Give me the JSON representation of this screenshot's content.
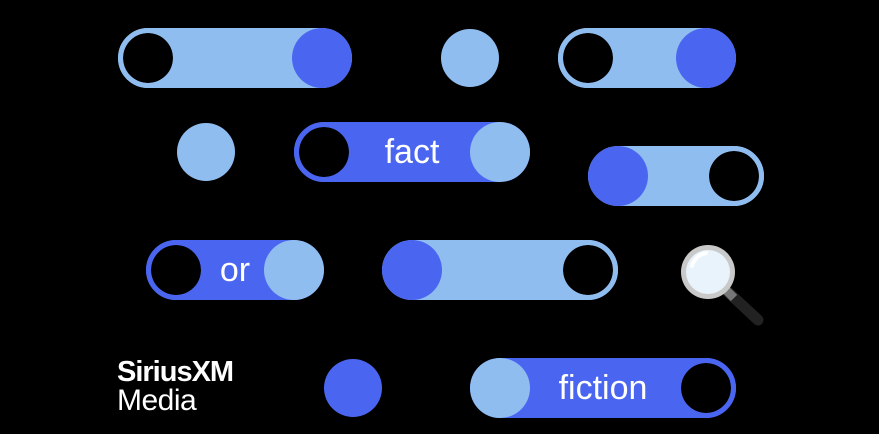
{
  "words": {
    "fact": "fact",
    "or": "or",
    "fiction": "fiction"
  },
  "logo": {
    "brand": "SiriusXM",
    "sub": "Media"
  },
  "icons": {
    "magnifier": "magnifying-glass-icon"
  },
  "colors": {
    "light_blue": "#8fbdf0",
    "blue": "#4a66f0",
    "background": "#000000"
  }
}
